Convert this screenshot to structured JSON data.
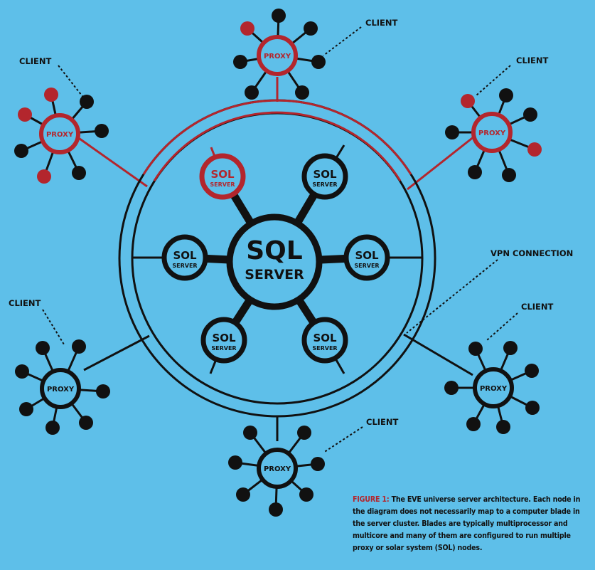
{
  "colors": {
    "background": "#5ebfe9",
    "black": "#111111",
    "red": "#b3262d"
  },
  "center": {
    "line1": "SQL",
    "line2": "SERVER"
  },
  "sol_label": {
    "line1": "SOL",
    "line2": "SERVER"
  },
  "proxy_label": "PROXY",
  "client_label": "CLIENT",
  "vpn_label": "VPN CONNECTION",
  "caption": {
    "figure": "FIGURE 1:",
    "text": "The EVE universe server architecture. Each node in the diagram does not necessarily map to a computer blade in the server cluster. Blades are typically multiprocessor and multicore and many of them are configured to run multiple proxy or solar system (SOL) nodes."
  }
}
